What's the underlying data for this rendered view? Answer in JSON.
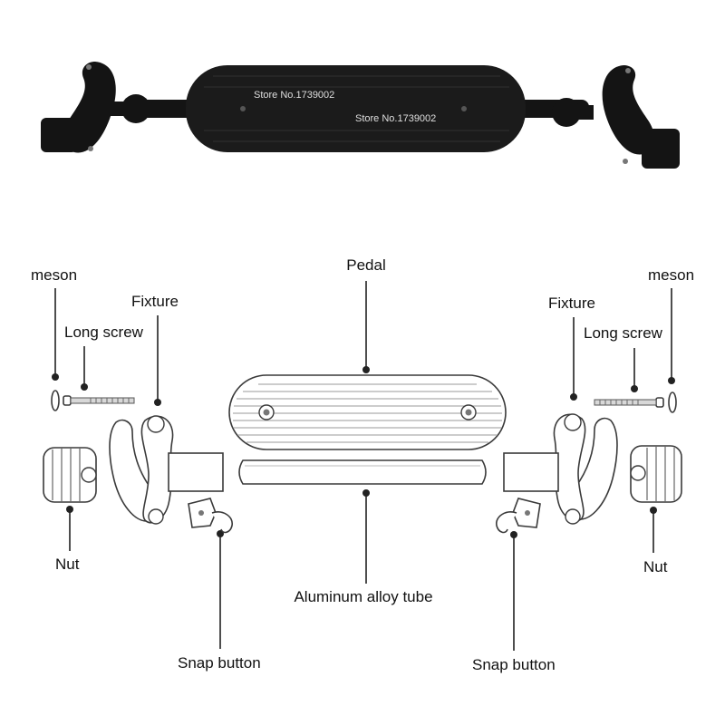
{
  "watermark": "Store No.1739002",
  "labels": {
    "pedal": "Pedal",
    "meson_left": "meson",
    "meson_right": "meson",
    "fixture_left": "Fixture",
    "fixture_right": "Fixture",
    "long_screw_left": "Long screw",
    "long_screw_right": "Long screw",
    "nut_left": "Nut",
    "nut_right": "Nut",
    "tube": "Aluminum alloy tube",
    "snap_left": "Snap button",
    "snap_right": "Snap button"
  },
  "colors": {
    "product": "#141414",
    "line": "#222222",
    "part_stroke": "#3a3a3a"
  }
}
